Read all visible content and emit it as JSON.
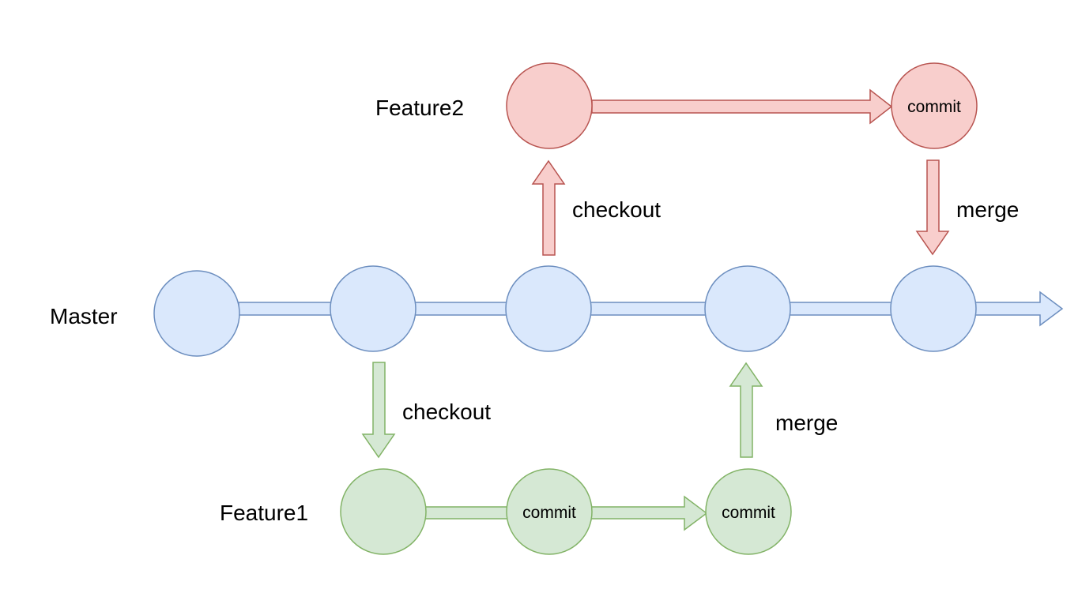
{
  "colors": {
    "master_fill": "#dae8fc",
    "master_stroke": "#6c8ebf",
    "feature1_fill": "#d5e8d4",
    "feature1_stroke": "#82b366",
    "feature2_fill": "#f8cecc",
    "feature2_stroke": "#b85450"
  },
  "branches": {
    "master": {
      "label": "Master"
    },
    "feature1": {
      "label": "Feature1"
    },
    "feature2": {
      "label": "Feature2"
    }
  },
  "edges": {
    "checkout_feature1": "checkout",
    "merge_feature1": "merge",
    "checkout_feature2": "checkout",
    "merge_feature2": "merge"
  },
  "commits": {
    "feature1_c1": "commit",
    "feature1_c2": "commit",
    "feature2_c1": "commit"
  }
}
